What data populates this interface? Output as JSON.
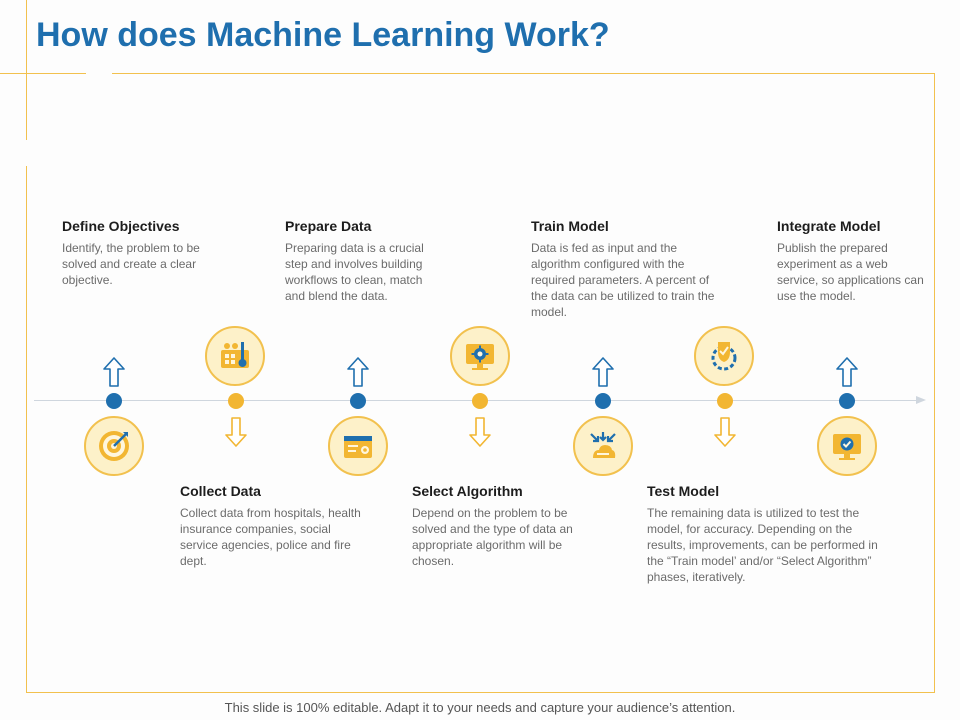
{
  "title": "How does Machine Learning Work?",
  "steps": [
    {
      "title": "Define Objectives",
      "description": "Identify, the problem to be solved and create a clear objective.",
      "icon": "target-icon"
    },
    {
      "title": "Collect Data",
      "description": "Collect data from hospitals, health insurance companies, social service agencies, police and fire dept.",
      "icon": "data-collection-icon"
    },
    {
      "title": "Prepare Data",
      "description": "Preparing data is a crucial step and involves building workflows to clean, match and blend the data.",
      "icon": "data-preparation-icon"
    },
    {
      "title": "Select Algorithm",
      "description": "Depend on the problem to be solved and the type of data an appropriate algorithm will be chosen.",
      "icon": "algorithm-monitor-icon"
    },
    {
      "title": "Train Model",
      "description": "Data is fed as input  and the algorithm configured with the required parameters. A percent of the data can be utilized to train the model.",
      "icon": "train-model-icon"
    },
    {
      "title": "Test Model",
      "description": "The remaining data is utilized to test the model, for accuracy. Depending on the results, improvements, can be performed in the “Train model’ and/or “Select Algorithm” phases, iteratively.",
      "icon": "test-model-icon"
    },
    {
      "title": "Integrate Model",
      "description": "Publish the prepared experiment as a web service, so applications can use the model.",
      "icon": "integrate-monitor-icon"
    }
  ],
  "footer": "This slide is 100% editable. Adapt it to your needs and capture your audience’s attention.",
  "colors": {
    "title_blue": "#1f6fae",
    "accent_yellow": "#f2b632",
    "circle_fill": "#fdf1c9",
    "timeline_gray": "#cfd6de"
  }
}
